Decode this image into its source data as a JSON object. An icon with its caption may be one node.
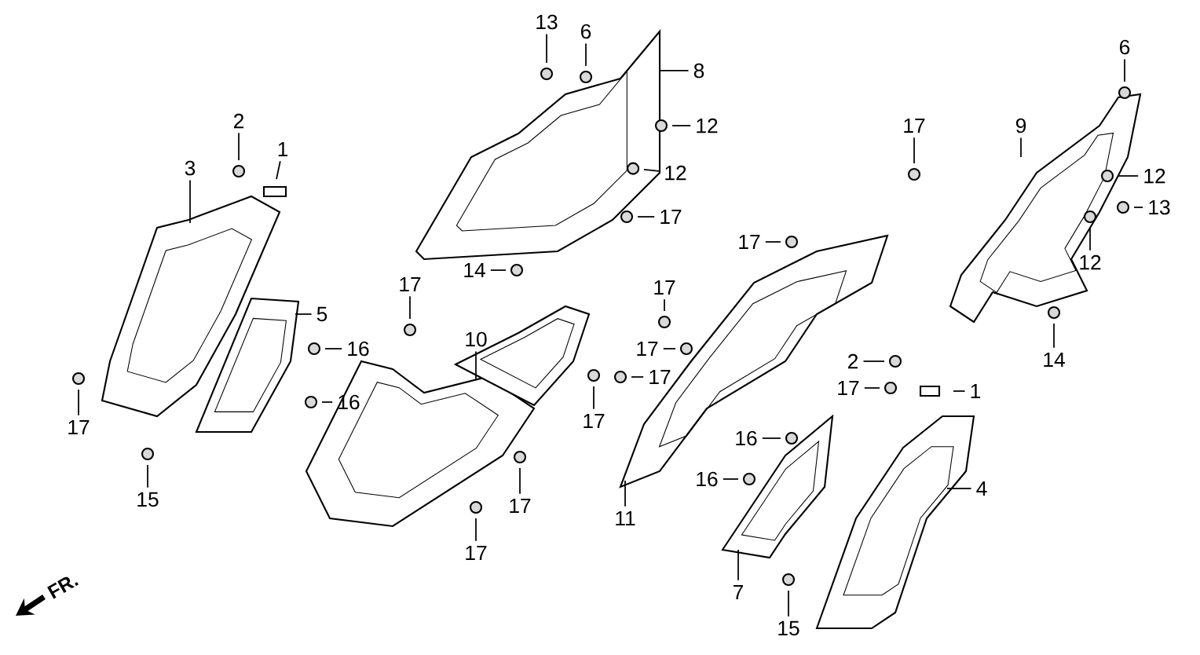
{
  "diagram": {
    "nodes": [
      {
        "text": [
          "13"
        ]
      },
      {
        "text": [
          "6"
        ]
      },
      {
        "text": [
          "2"
        ]
      },
      {
        "text": [
          "1"
        ]
      },
      {
        "text": [
          "3"
        ]
      },
      {
        "text": [
          "5"
        ]
      },
      {
        "text": [
          "16"
        ]
      },
      {
        "text": [
          "16"
        ]
      },
      {
        "text": [
          "17"
        ]
      },
      {
        "text": [
          "15"
        ]
      },
      {
        "text": [
          "17"
        ]
      },
      {
        "text": [
          "10"
        ]
      },
      {
        "text": [
          "17"
        ]
      },
      {
        "text": [
          "17"
        ]
      },
      {
        "text": [
          "14"
        ]
      },
      {
        "text": [
          "8"
        ]
      },
      {
        "text": [
          "12"
        ]
      },
      {
        "text": [
          "12"
        ]
      },
      {
        "text": [
          "17"
        ]
      },
      {
        "text": [
          "17"
        ]
      },
      {
        "text": [
          "17"
        ]
      },
      {
        "text": [
          "17"
        ]
      },
      {
        "text": [
          "17"
        ]
      },
      {
        "text": [
          "17"
        ]
      },
      {
        "text": [
          "11"
        ]
      },
      {
        "text": [
          "2"
        ]
      },
      {
        "text": [
          "17"
        ]
      },
      {
        "text": [
          "1"
        ]
      },
      {
        "text": [
          "16"
        ]
      },
      {
        "text": [
          "16"
        ]
      },
      {
        "text": [
          "7"
        ]
      },
      {
        "text": [
          "15"
        ]
      },
      {
        "text": [
          "4"
        ]
      },
      {
        "text": [
          "17"
        ]
      },
      {
        "text": [
          "9"
        ]
      },
      {
        "text": [
          "6"
        ]
      },
      {
        "text": [
          "12"
        ]
      },
      {
        "text": [
          "13"
        ]
      },
      {
        "text": [
          "12"
        ]
      },
      {
        "text": [
          "14"
        ]
      }
    ],
    "edges": [
      {
        "from": 0,
        "to": null,
        "arrow": "none"
      },
      {
        "from": 1,
        "to": null,
        "arrow": "none"
      },
      {
        "from": 2,
        "to": null,
        "arrow": "none"
      },
      {
        "from": 3,
        "to": null,
        "arrow": "none"
      },
      {
        "from": 4,
        "to": null,
        "arrow": "none"
      },
      {
        "from": 5,
        "to": null,
        "arrow": "none"
      },
      {
        "from": 6,
        "to": null,
        "arrow": "none"
      },
      {
        "from": 7,
        "to": null,
        "arrow": "none"
      },
      {
        "from": 8,
        "to": null,
        "arrow": "none"
      },
      {
        "from": 9,
        "to": null,
        "arrow": "none"
      },
      {
        "from": 10,
        "to": null,
        "arrow": "none"
      },
      {
        "from": 11,
        "to": null,
        "arrow": "none"
      },
      {
        "from": 12,
        "to": null,
        "arrow": "none"
      },
      {
        "from": 13,
        "to": null,
        "arrow": "none"
      },
      {
        "from": 14,
        "to": null,
        "arrow": "none"
      },
      {
        "from": 15,
        "to": null,
        "arrow": "none"
      },
      {
        "from": 16,
        "to": null,
        "arrow": "none"
      },
      {
        "from": 17,
        "to": null,
        "arrow": "none"
      },
      {
        "from": 18,
        "to": null,
        "arrow": "none"
      },
      {
        "from": 19,
        "to": null,
        "arrow": "none"
      },
      {
        "from": 20,
        "to": null,
        "arrow": "none"
      },
      {
        "from": 21,
        "to": null,
        "arrow": "none"
      },
      {
        "from": 22,
        "to": null,
        "arrow": "none"
      },
      {
        "from": 23,
        "to": null,
        "arrow": "none"
      },
      {
        "from": 24,
        "to": null,
        "arrow": "none"
      },
      {
        "from": 25,
        "to": null,
        "arrow": "none"
      },
      {
        "from": 26,
        "to": null,
        "arrow": "none"
      },
      {
        "from": 27,
        "to": null,
        "arrow": "none"
      },
      {
        "from": 28,
        "to": null,
        "arrow": "none"
      },
      {
        "from": 29,
        "to": null,
        "arrow": "none"
      },
      {
        "from": 30,
        "to": null,
        "arrow": "none"
      },
      {
        "from": 31,
        "to": null,
        "arrow": "none"
      },
      {
        "from": 32,
        "to": null,
        "arrow": "none"
      },
      {
        "from": 33,
        "to": null,
        "arrow": "none"
      },
      {
        "from": 34,
        "to": null,
        "arrow": "none"
      },
      {
        "from": 35,
        "to": null,
        "arrow": "none"
      },
      {
        "from": 36,
        "to": null,
        "arrow": "none"
      },
      {
        "from": 37,
        "to": null,
        "arrow": "none"
      },
      {
        "from": 38,
        "to": null,
        "arrow": "none"
      },
      {
        "from": 39,
        "to": null,
        "arrow": "none"
      }
    ],
    "labels": [
      "FR."
    ]
  }
}
